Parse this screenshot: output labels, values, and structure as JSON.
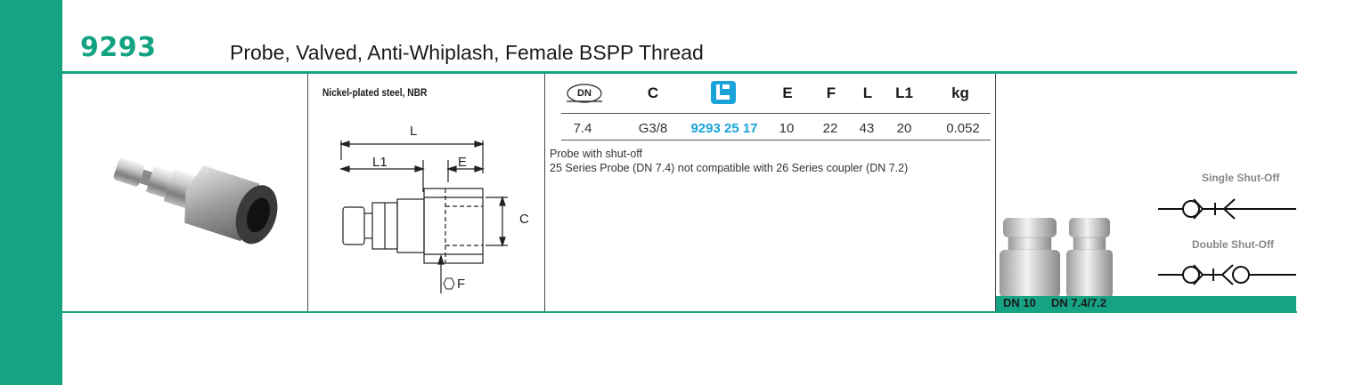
{
  "header": {
    "part_number": "9293",
    "title": "Probe, Valved, Anti-Whiplash, Female BSPP Thread"
  },
  "drawing": {
    "material": "Nickel-plated steel, NBR",
    "dims": {
      "L": "L",
      "L1": "L1",
      "E": "E",
      "C": "C",
      "F": "F"
    }
  },
  "table": {
    "headers": [
      "DN",
      "C",
      "",
      "E",
      "F",
      "L",
      "L1",
      "kg"
    ],
    "header_icon": "quick-coupling-logo-icon",
    "row": [
      "7.4",
      "G3/8",
      "9293 25 17",
      "10",
      "22",
      "43",
      "20",
      "0.052"
    ]
  },
  "notes": {
    "line1": "Probe with shut-off",
    "line2": "25 Series Probe  (DN 7.4)  not compatible with 26 Series coupler (DN 7.2)"
  },
  "profile": {
    "dn_left": "DN 10",
    "dn_right": "DN 7.4/7.2",
    "single": "Single Shut-Off",
    "double": "Double Shut-Off"
  },
  "colors": {
    "brand_green": "#16a383",
    "part_number_green": "#13a382",
    "code_blue": "#1aa3d9"
  }
}
